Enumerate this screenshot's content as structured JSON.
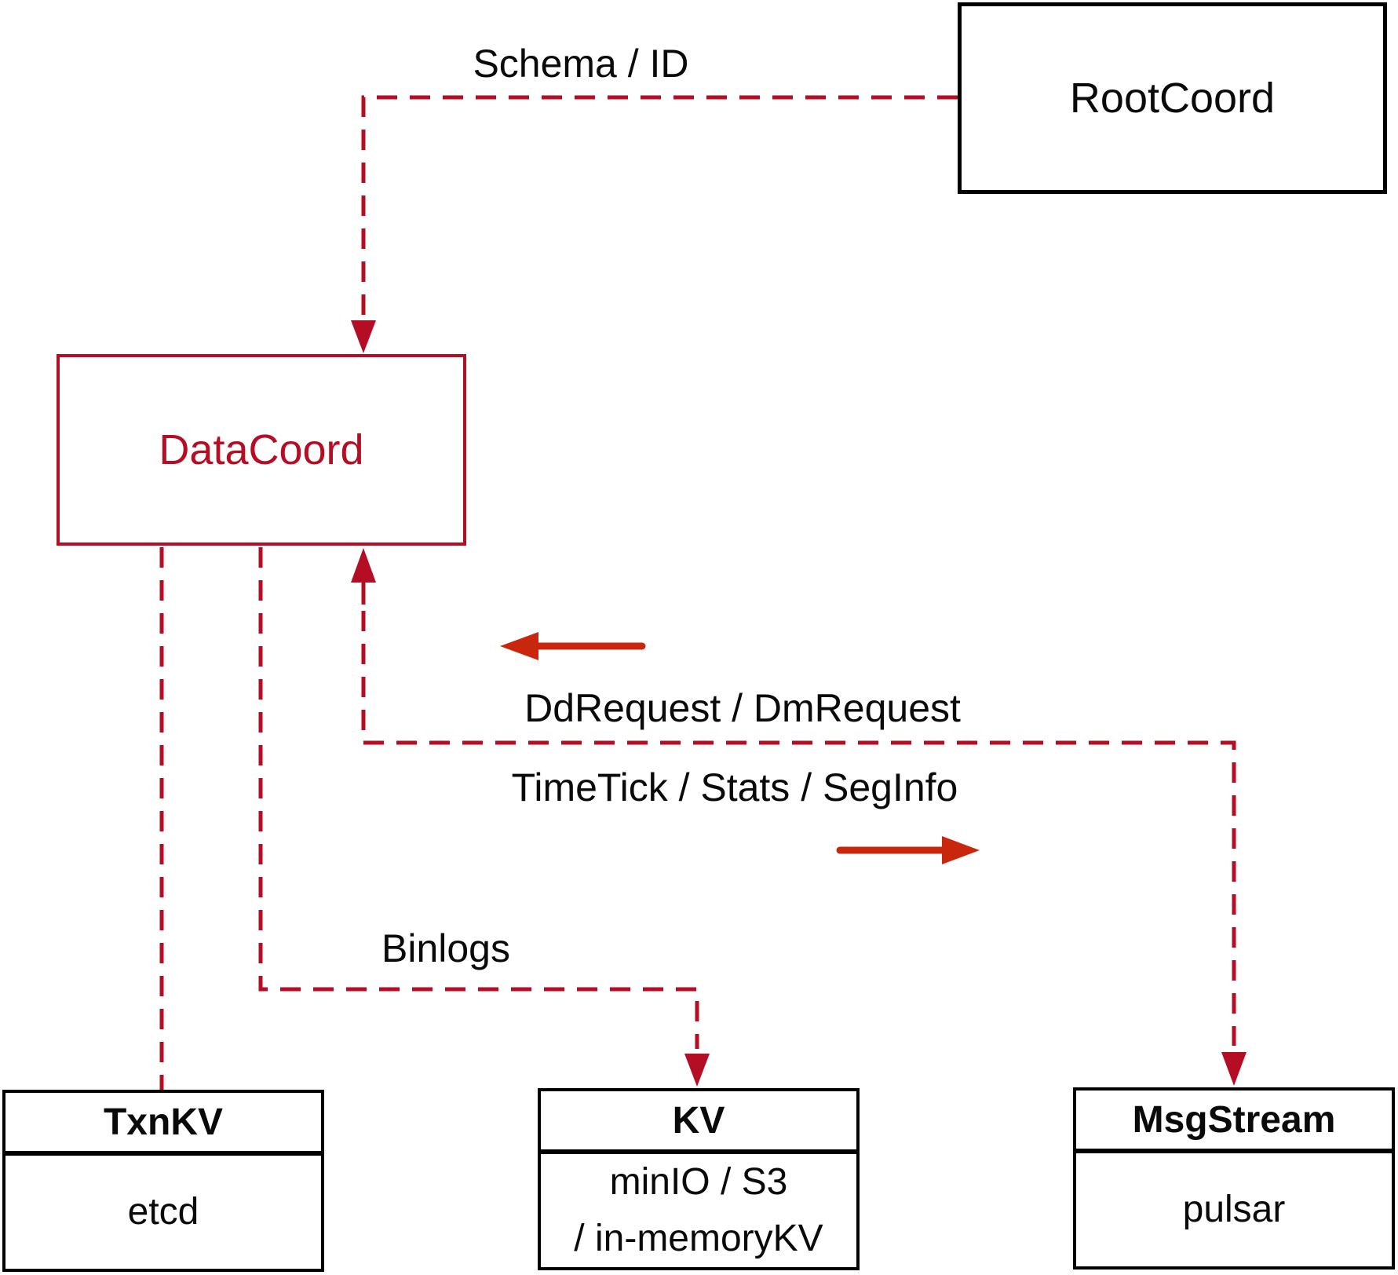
{
  "colors": {
    "accent_red": "#b50d24",
    "arrow_red": "#c9260e",
    "box_black": "#000000",
    "text_black": "#0a0a0a"
  },
  "nodes": {
    "rootcoord": {
      "label": "RootCoord"
    },
    "datacoord": {
      "label": "DataCoord"
    },
    "txnkv": {
      "title": "TxnKV",
      "body": "etcd"
    },
    "kv": {
      "title": "KV",
      "body_line1": "minIO / S3",
      "body_line2": "/ in-memoryKV"
    },
    "msgstream": {
      "title": "MsgStream",
      "body": "pulsar"
    }
  },
  "edges": {
    "schema_label": "Schema / ID",
    "ddrequest_label": "DdRequest / DmRequest",
    "timetick_label": "TimeTick / Stats / SegInfo",
    "binlogs_label": "Binlogs"
  }
}
